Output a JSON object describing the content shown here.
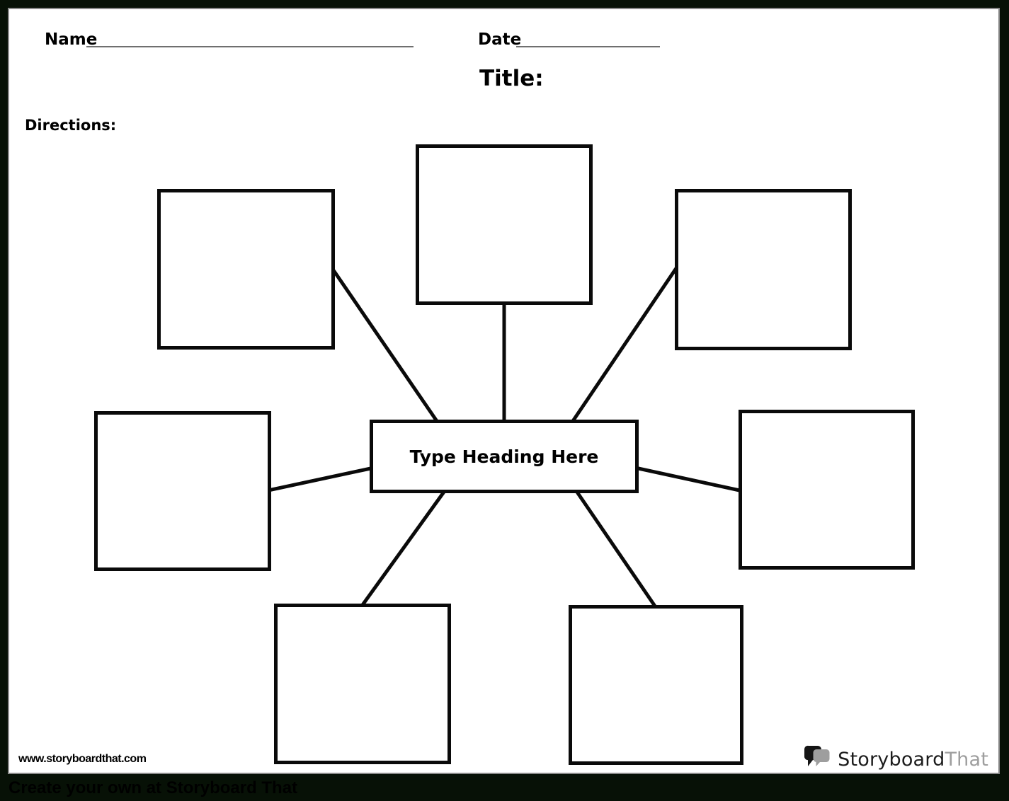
{
  "header": {
    "name_label": "Name",
    "date_label": "Date",
    "title_label": "Title:",
    "directions_label": "Directions:"
  },
  "diagram": {
    "type": "spider-map",
    "center_heading": "Type Heading Here",
    "spoke_boxes": [
      "top-left",
      "top-center",
      "top-right",
      "mid-left",
      "mid-right",
      "bottom-left",
      "bottom-right"
    ],
    "spoke_count": 7
  },
  "footer": {
    "website_url": "www.storyboardthat.com",
    "promo_text": "Create your own at Storyboard That",
    "logo_primary": "Storyboard",
    "logo_secondary": "That"
  },
  "colors": {
    "canvas_background": "#071106",
    "page_background": "#ffffff",
    "page_border": "#8a8a8a",
    "box_border": "#0a0a0a",
    "connector": "#0a0a0a",
    "logo_primary_color": "#1c1c1c",
    "logo_secondary_color": "#9e9e9e",
    "promo_text_color": "#000000"
  }
}
